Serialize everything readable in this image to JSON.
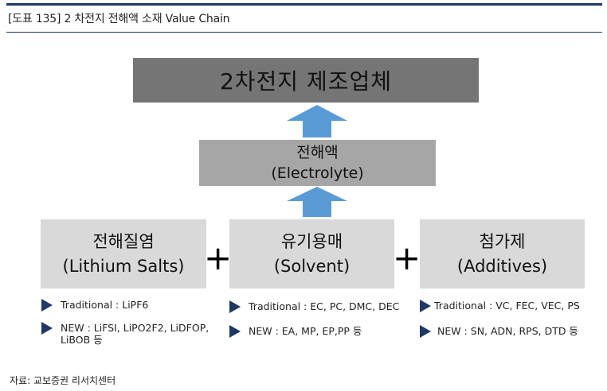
{
  "header": {
    "figure_title": "[도표 135] 2 차전지 전해액 소재 Value Chain"
  },
  "diagram": {
    "top_box": "2차전지 제조업체",
    "middle_box": {
      "line1": "전해액",
      "line2": "(Electrolyte)"
    },
    "components": [
      {
        "line1": "전해질염",
        "line2": "(Lithium Salts)",
        "traditional": "Traditional : LiPF6",
        "new_line1": "NEW : LiFSI, LiPO2F2, LiDFOP,",
        "new_line2": "LiBOB 등"
      },
      {
        "line1": "유기용매",
        "line2": "(Solvent)",
        "traditional": "Traditional : EC, PC, DMC, DEC",
        "new_line1": "NEW : EA, MP, EP,PP 등"
      },
      {
        "line1": "첨가제",
        "line2": "(Additives)",
        "traditional": "Traditional : VC, FEC, VEC, PS",
        "new_line1": "NEW : SN, ADN, RPS, DTD 등"
      }
    ],
    "plus_symbol": "+",
    "colors": {
      "top_box": "#757575",
      "middle_box": "#a6a6a6",
      "bottom_box": "#d9d9d9",
      "arrow": "#5b9bd5",
      "bullet": "#1f3864"
    }
  },
  "footer": {
    "source": "자료: 교보증권 리서치센터"
  }
}
